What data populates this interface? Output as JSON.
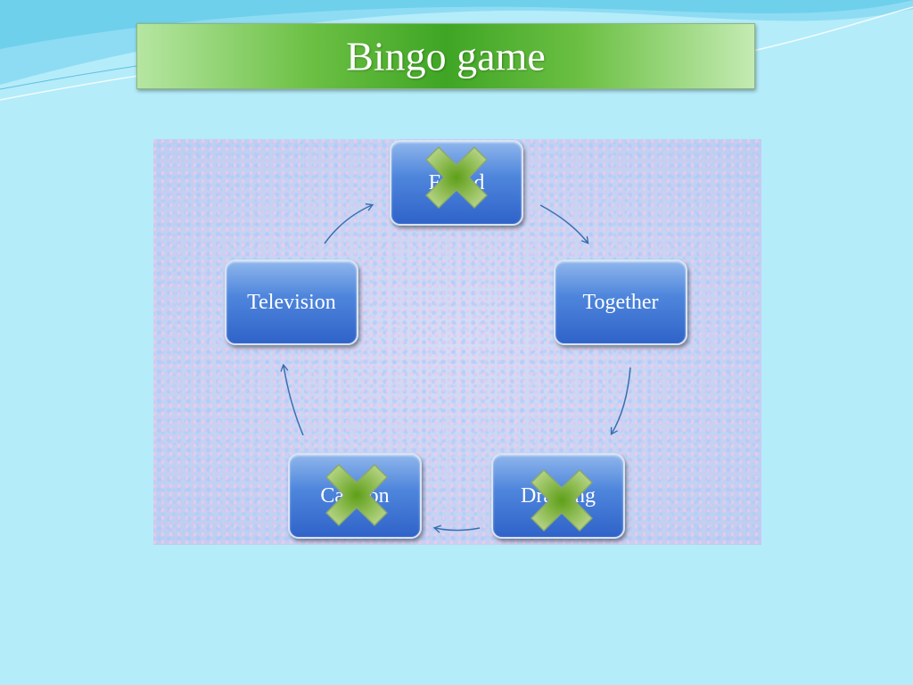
{
  "title": "Bingo game",
  "nodes": [
    {
      "id": "top",
      "label": "Friend"
    },
    {
      "id": "right",
      "label": "Together"
    },
    {
      "id": "bottom-right",
      "label": "Drawing"
    },
    {
      "id": "bottom-left",
      "label": "Cartoon"
    },
    {
      "id": "left",
      "label": "Television"
    }
  ],
  "crossed_nodes": [
    "top",
    "bottom-right",
    "bottom-left"
  ],
  "colors": {
    "background": "#b4ecfa",
    "title_bar": "#3fa524",
    "node_fill": "#2f63c9",
    "cross_mark": "#7fb02c",
    "arrow": "#3a6fb0"
  },
  "icons": {
    "cross": "x-mark-icon"
  }
}
